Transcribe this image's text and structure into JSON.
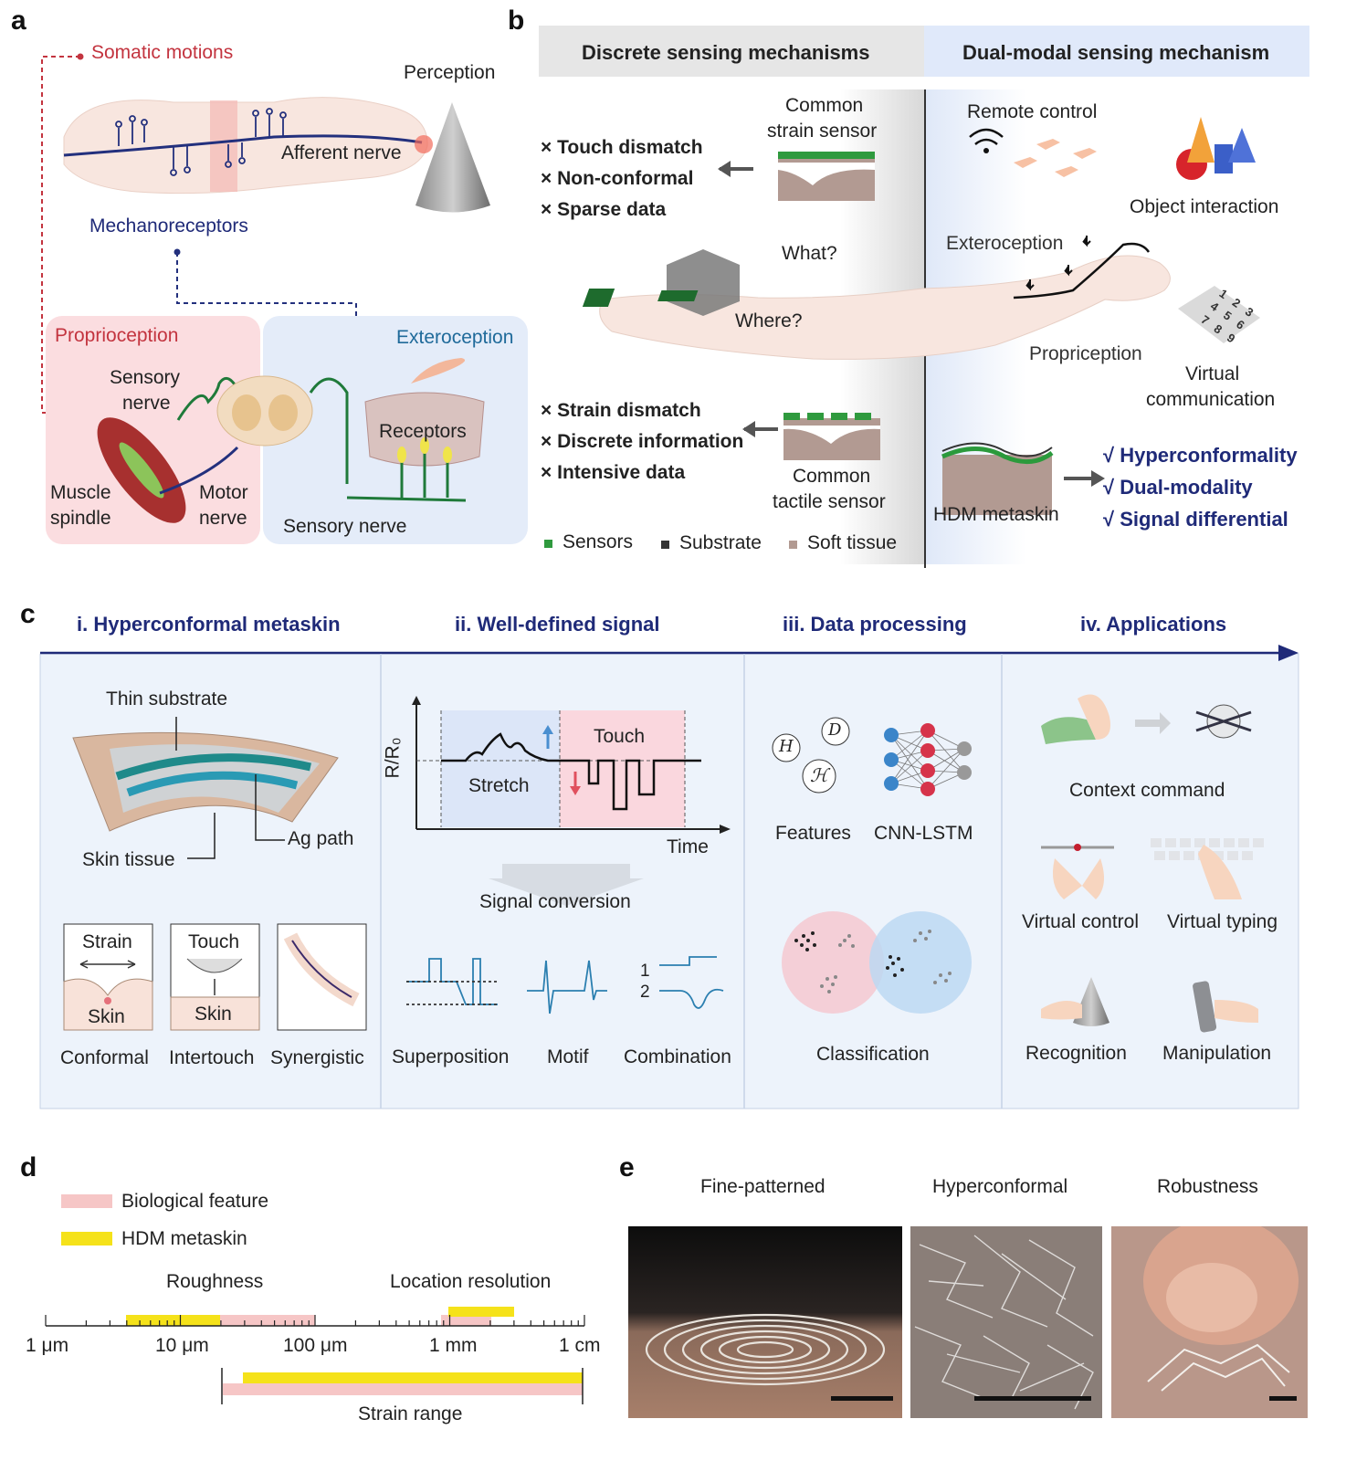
{
  "panel_a": {
    "letter": "a",
    "somatic_motions": "Somatic motions",
    "perception": "Perception",
    "afferent_nerve": "Afferent nerve",
    "mechanoreceptors": "Mechanoreceptors",
    "proprioception": "Proprioception",
    "exteroception": "Exteroception",
    "sensory_nerve_1": "Sensory",
    "sensory_nerve_2": "nerve",
    "muscle_1": "Muscle",
    "muscle_2": "spindle",
    "motor_1": "Motor",
    "motor_2": "nerve",
    "receptors": "Receptors",
    "sensory_nerve_bottom": "Sensory nerve"
  },
  "panel_b": {
    "letter": "b",
    "header_left": "Discrete sensing mechanisms",
    "header_right": "Dual-modal sensing mechanism",
    "strain_sensor_1": "Common",
    "strain_sensor_2": "strain sensor",
    "cons_top": [
      "Touch dismatch",
      "Non-conformal",
      "Sparse data"
    ],
    "cons_bottom": [
      "Strain dismatch",
      "Discrete information",
      "Intensive data"
    ],
    "cross": "×",
    "what": "What?",
    "where": "Where?",
    "tactile_sensor_1": "Common",
    "tactile_sensor_2": "tactile sensor",
    "legend": [
      "Sensors",
      "Substrate",
      "Soft tissue"
    ],
    "remote_control": "Remote control",
    "object_interaction": "Object interaction",
    "exteroception": "Exteroception",
    "propriception": "Propriception",
    "virtual_1": "Virtual",
    "virtual_2": "communication",
    "hdm": "HDM metaskin",
    "check": "√",
    "pros": [
      "Hyperconformality",
      "Dual-modality",
      "Signal differential"
    ],
    "keypad": [
      "1",
      "2",
      "3",
      "4",
      "5",
      "6",
      "7",
      "8",
      "9"
    ]
  },
  "panel_c": {
    "letter": "c",
    "steps": [
      "i. Hyperconformal metaskin",
      "ii. Well-defined signal",
      "iii. Data processing",
      "iv. Applications"
    ],
    "thin_substrate": "Thin substrate",
    "skin_tissue": "Skin tissue",
    "ag_path": "Ag path",
    "box_strain": "Strain",
    "box_skin": "Skin",
    "box_touch": "Touch",
    "modes": [
      "Conformal",
      "Intertouch",
      "Synergistic"
    ],
    "ylabel": "R/R₀",
    "xlabel": "Time",
    "stretch": "Stretch",
    "touch": "Touch",
    "signal_conversion": "Signal conversion",
    "signal_types": [
      "Superposition",
      "Motif",
      "Combination"
    ],
    "comb_1": "1",
    "comb_2": "2",
    "feature_symbols": [
      "H",
      "D",
      "ℋ"
    ],
    "features": "Features",
    "cnn": "CNN-LSTM",
    "classification": "Classification",
    "context_command": "Context command",
    "virtual_control": "Virtual control",
    "virtual_typing": "Virtual typing",
    "recognition": "Recognition",
    "manipulation": "Manipulation"
  },
  "panel_d": {
    "letter": "d",
    "legend_bio": "Biological feature",
    "legend_hdm": "HDM metaskin",
    "roughness": "Roughness",
    "location_resolution": "Location resolution",
    "strain_range": "Strain range",
    "ticks": [
      "1 μm",
      "10 μm",
      "100 μm",
      "1 mm",
      "1 cm"
    ],
    "colors": {
      "bio": "#f6c6c6",
      "hdm": "#f5e21a"
    }
  },
  "panel_e": {
    "letter": "e",
    "titles": [
      "Fine-patterned",
      "Hyperconformal",
      "Robustness"
    ]
  }
}
